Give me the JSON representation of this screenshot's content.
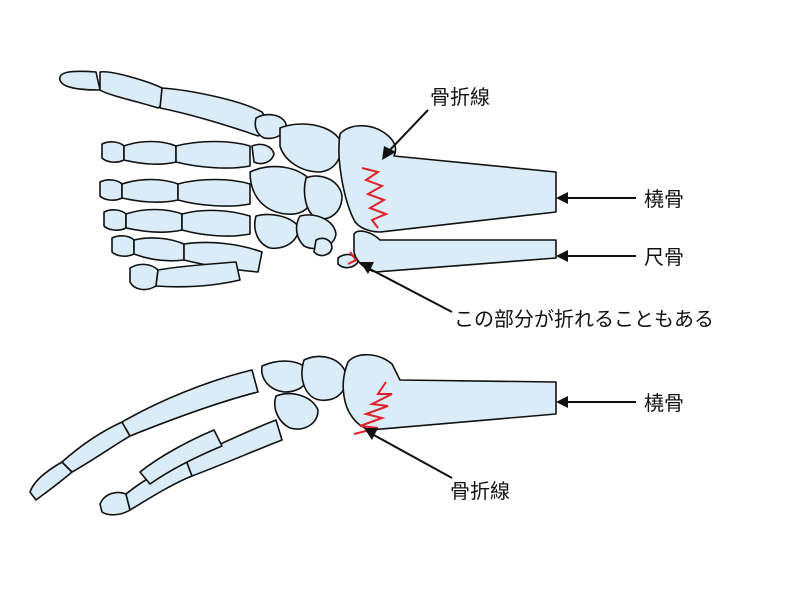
{
  "colors": {
    "bone_fill": "#d9ecf7",
    "outline": "#111111",
    "fracture": "#e0202a",
    "background": "#ffffff"
  },
  "labels": {
    "top_fracture_line": "骨折線",
    "top_radius": "橈骨",
    "ulna": "尺骨",
    "ulna_note": "この部分が折れることもある",
    "bottom_radius": "橈骨",
    "bottom_fracture_line": "骨折線"
  }
}
